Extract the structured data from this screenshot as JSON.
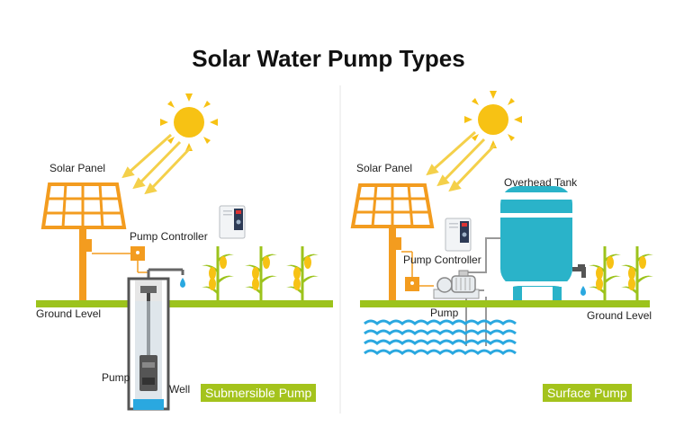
{
  "title": "Solar Water Pump Types",
  "colors": {
    "panel_orange": "#f39c1f",
    "sun_yellow": "#f7c214",
    "ray_yellow": "#f4d04a",
    "ground_green": "#9cc31c",
    "water_blue": "#2aa8e0",
    "tank_teal": "#2ab3c9",
    "badge_green": "#a4c31c",
    "pipe_gray": "#999999"
  },
  "left": {
    "solar_panel_label": "Solar Panel",
    "pump_controller_label": "Pump Controller",
    "ground_level_label": "Ground Level",
    "pump_label": "Pump",
    "well_label": "Well",
    "badge": "Submersible Pump"
  },
  "right": {
    "solar_panel_label": "Solar Panel",
    "overhead_tank_label": "Overhead Tank",
    "pump_controller_label": "Pump Controller",
    "pump_label": "Pump",
    "ground_level_label": "Ground Level",
    "badge": "Surface Pump"
  }
}
